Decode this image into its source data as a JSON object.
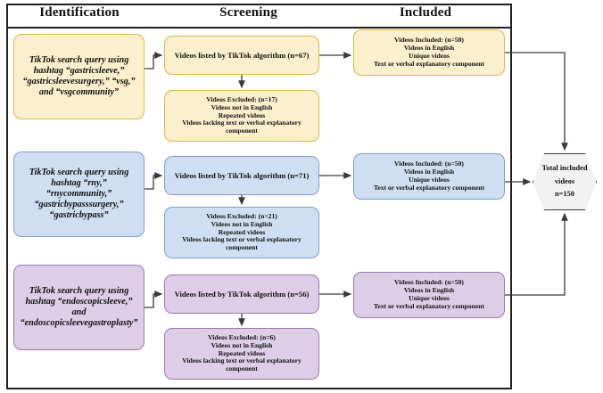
{
  "headers": {
    "identification": "Identification",
    "screening": "Screening",
    "included": "Included"
  },
  "colors": {
    "yellow_fill": "#fbf0cd",
    "yellow_stroke": "#dfb93f",
    "blue_fill": "#cfdef2",
    "blue_stroke": "#7e9fc9",
    "purple_fill": "#ddcde6",
    "purple_stroke": "#9b79ae",
    "total_fill": "#f2f2f2",
    "frame_stroke": "#231f20"
  },
  "rows": [
    {
      "color": "yellow",
      "identification": "TikTok search query using hashtag “gastricsleeve,” “gastricsleevesurgery,” “vsg,” and “vsgcommunity”",
      "screening": "Videos listed by TikTok algorithm (n=67)",
      "excluded": "Videos Excluded: (n=17)\nVideos not in English\nRepeated videos\nVideos lacking text or verbal explanatory component",
      "included": "Videos Included: (n=50)\nVideos in English\nUnique videos\nText or verbal explanatory component"
    },
    {
      "color": "blue",
      "identification": "TikTok search query using hashtag “rny,” “rnycommunity,” “gastricbypasssurgery,” “gastricbypass”",
      "screening": "Videos listed by TikTok algorithm (n=71)",
      "excluded": "Videos Excluded: (n=21)\nVideos not in English\nRepeated videos\nVideos lacking text or verbal explanatory component",
      "included": "Videos Included: (n=50)\nVideos in English\nUnique videos\nText or verbal explanatory component"
    },
    {
      "color": "purple",
      "identification": "TikTok search query using hashtag “endoscopicsleeve,” and “endoscopicsleevegastroplasty”",
      "screening": "Videos listed by TikTok algorithm (n=56)",
      "excluded": "Videos Excluded: (n=6)\nVideos not in English\nRepeated videos\nVideos lacking text or verbal explanatory component",
      "included": "Videos Included: (n=50)\nVideos in English\nUnique videos\nText or verbal explanatory component"
    }
  ],
  "total": {
    "line1": "Total included",
    "line2": "videos",
    "line3": "n=150"
  }
}
